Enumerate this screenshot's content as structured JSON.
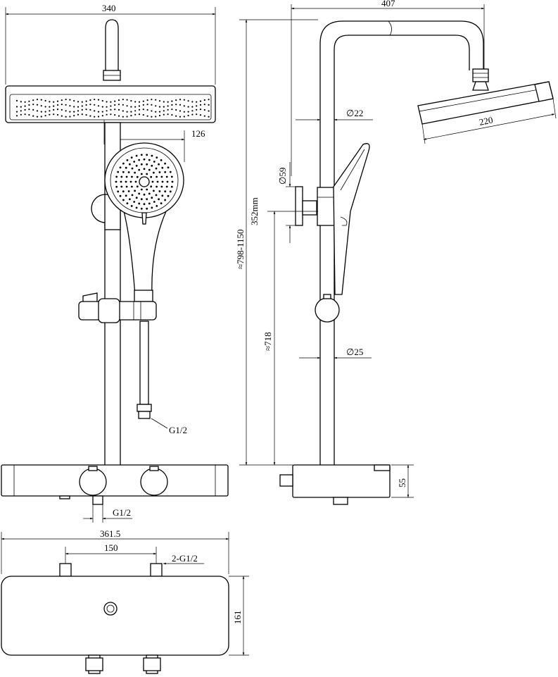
{
  "dimensions": {
    "head_width": "340",
    "handshower_offset": "126",
    "arm_reach": "407",
    "pipe_upper_dia": "∅22",
    "overhead_dia": "220",
    "bracket_dia": "∅59",
    "total_height": "≈798-1150",
    "upper_height": "352mm",
    "lower_height": "≈718",
    "pipe_lower_dia": "∅25",
    "hose_thread": "G1/2",
    "inlet_thread_front": "G1/2",
    "body_height": "55",
    "body_width": "361.5",
    "inlet_spacing": "150",
    "inlet_threads_top": "2-G1/2",
    "body_depth": "161"
  }
}
